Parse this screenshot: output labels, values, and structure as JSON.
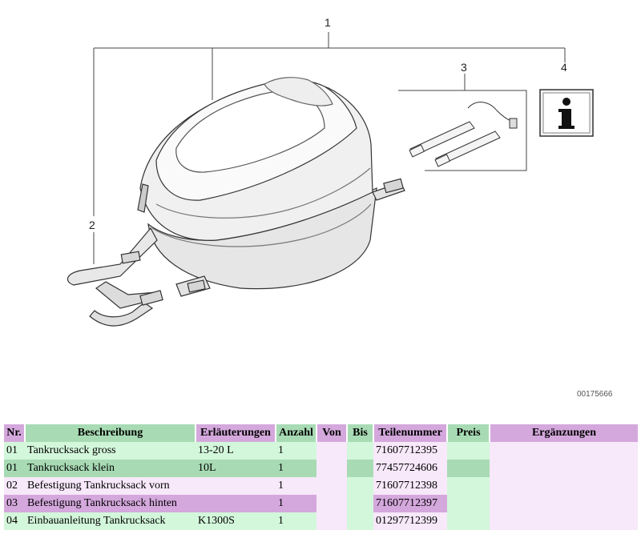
{
  "diagram": {
    "callouts": [
      "1",
      "2",
      "3",
      "4"
    ],
    "figure_id": "00175666",
    "info_icon": "info-icon"
  },
  "table": {
    "headers": [
      "Nr.",
      "Beschreibung",
      "Erläuterungen",
      "Anzahl",
      "Von",
      "Bis",
      "Teilenummer",
      "Preis",
      "Ergänzungen"
    ],
    "rows": [
      [
        "01",
        "Tankrucksack gross",
        "13-20 L",
        "1",
        "",
        "",
        "71607712395",
        "",
        ""
      ],
      [
        "01",
        "Tankrucksack klein",
        "10L",
        "1",
        "",
        "",
        "77457724606",
        "",
        ""
      ],
      [
        "02",
        "Befestigung Tankrucksack vorn",
        "",
        "1",
        "",
        "",
        "71607712398",
        "",
        ""
      ],
      [
        "03",
        "Befestigung Tankrucksack hinten",
        "",
        "1",
        "",
        "",
        "71607712397",
        "",
        ""
      ],
      [
        "04",
        "Einbauanleitung Tankrucksack",
        "K1300S",
        "1",
        "",
        "",
        "01297712399",
        "",
        ""
      ]
    ]
  }
}
